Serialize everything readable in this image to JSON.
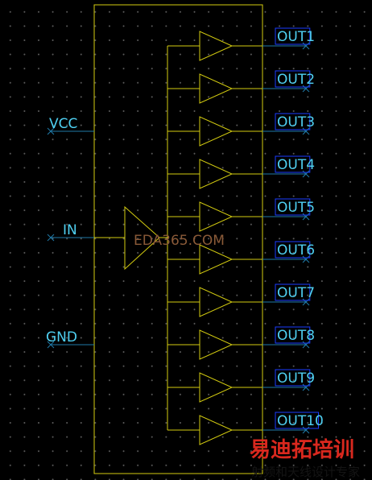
{
  "pins_left": [
    {
      "name": "VCC"
    },
    {
      "name": "IN"
    },
    {
      "name": "GND"
    }
  ],
  "pins_right": [
    {
      "name": "OUT1"
    },
    {
      "name": "OUT2"
    },
    {
      "name": "OUT3"
    },
    {
      "name": "OUT4"
    },
    {
      "name": "OUT5"
    },
    {
      "name": "OUT6"
    },
    {
      "name": "OUT7"
    },
    {
      "name": "OUT8"
    },
    {
      "name": "OUT9"
    },
    {
      "name": "OUT10"
    }
  ],
  "watermark": {
    "center_text": "EDA365.COM",
    "logo_text": "易迪拓培训",
    "logo_subtext": "射频和天线设计专家"
  },
  "colors": {
    "background": "#000000",
    "grid_dot": "#5a5a5a",
    "wire": "#d4cc10",
    "pin_line": "#1f7aa8",
    "pin_label": "#4fd0f2",
    "label_box": "#1a3cff",
    "watermark_logo": "#d9281e"
  }
}
